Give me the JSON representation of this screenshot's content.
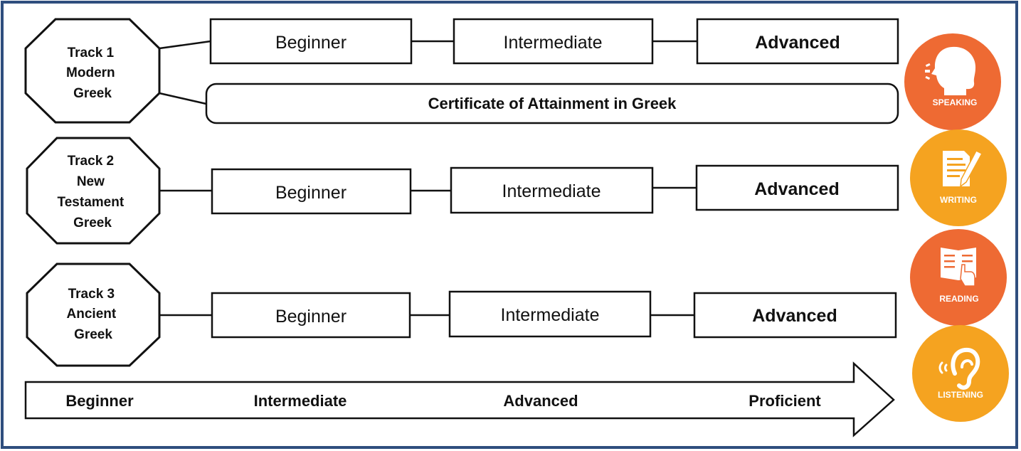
{
  "tracks": [
    {
      "label_lines": [
        "Track 1",
        "Modern",
        "Greek"
      ],
      "levels": [
        "Beginner",
        "Intermediate",
        "Advanced"
      ],
      "certificate": "Certificate of Attainment in Greek"
    },
    {
      "label_lines": [
        "Track 2",
        "New",
        "Testament",
        "Greek"
      ],
      "levels": [
        "Beginner",
        "Intermediate",
        "Advanced"
      ]
    },
    {
      "label_lines": [
        "Track 3",
        "Ancient",
        "Greek"
      ],
      "levels": [
        "Beginner",
        "Intermediate",
        "Advanced"
      ]
    }
  ],
  "progression": [
    "Beginner",
    "Intermediate",
    "Advanced",
    "Proficient"
  ],
  "skills": [
    {
      "label": "SPEAKING",
      "icon": "speaking-head-icon",
      "color": "#EE6A33"
    },
    {
      "label": "WRITING",
      "icon": "writing-document-icon",
      "color": "#F5A320"
    },
    {
      "label": "READING",
      "icon": "open-book-icon",
      "color": "#EE6A33"
    },
    {
      "label": "LISTENING",
      "icon": "ear-icon",
      "color": "#F5A320"
    }
  ],
  "colors": {
    "frame": "#2F4E7E",
    "stroke": "#111111",
    "text": "#111111"
  }
}
